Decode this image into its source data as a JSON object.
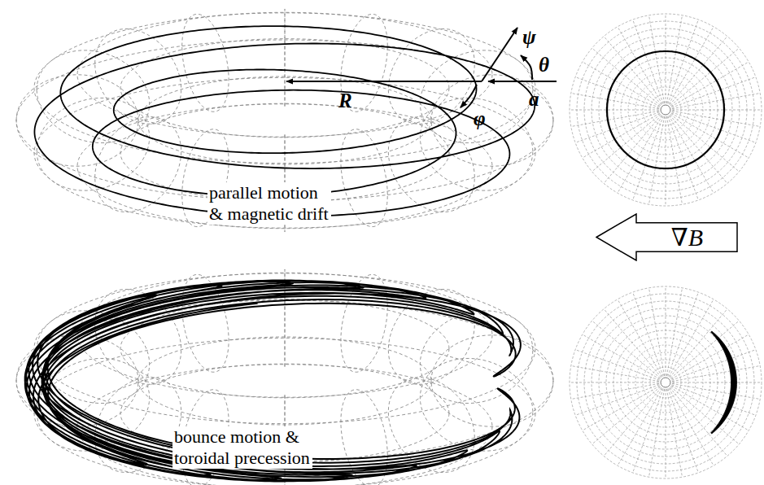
{
  "diagram": {
    "nodes": [
      {
        "text": [
          "∇B"
        ]
      }
    ],
    "labels": [
      "ψ",
      "θ",
      "R",
      "a",
      "φ",
      "parallel motion & magnetic drift",
      "bounce motion & toroidal precession"
    ]
  }
}
